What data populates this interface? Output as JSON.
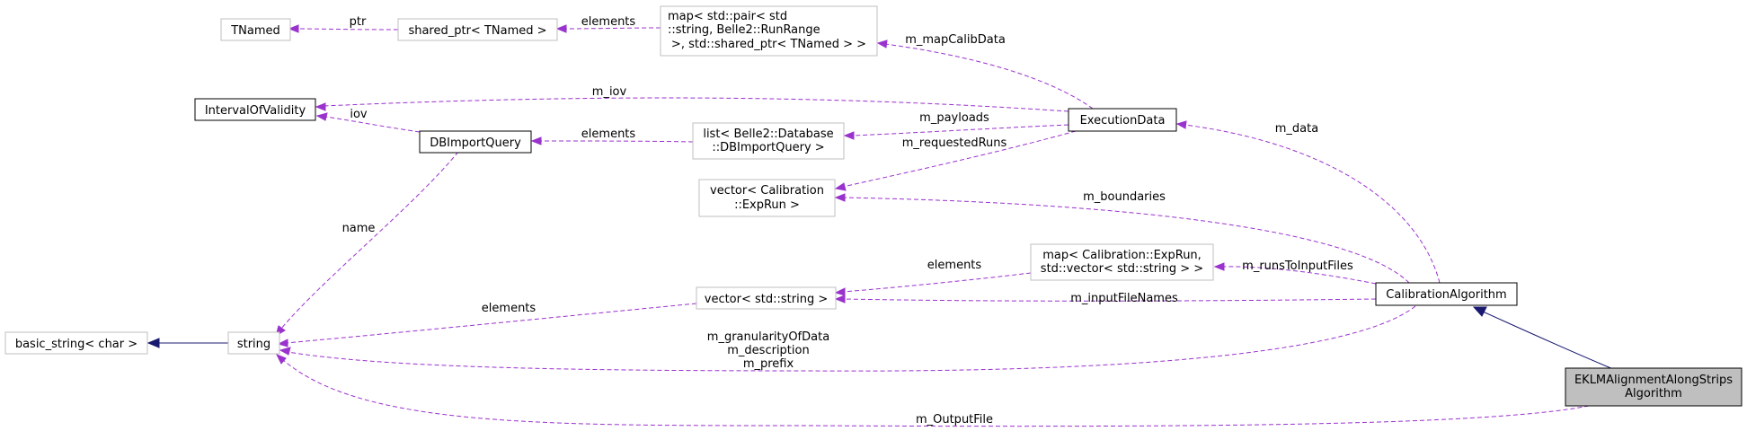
{
  "diagram": {
    "nodes": {
      "tnamed": [
        "TNamed"
      ],
      "shared_ptr": [
        "shared_ptr< TNamed >"
      ],
      "map_calib": [
        "map< std::pair< std",
        "::string, Belle2::RunRange",
        " >, std::shared_ptr< TNamed > >"
      ],
      "interval": [
        "IntervalOfValidity"
      ],
      "dbimport": [
        "DBImportQuery"
      ],
      "list_db": [
        "list< Belle2::Database",
        "::DBImportQuery >"
      ],
      "execdata": [
        "ExecutionData"
      ],
      "vector_exprun": [
        "vector< Calibration",
        "::ExpRun >"
      ],
      "map_runs": [
        "map< Calibration::ExpRun,",
        " std::vector< std::string > >"
      ],
      "vector_string": [
        "vector< std::string >"
      ],
      "calib_algo": [
        "CalibrationAlgorithm"
      ],
      "basic_string": [
        "basic_string< char >"
      ],
      "string": [
        "string"
      ],
      "eklm": [
        "EKLMAlignmentAlongStrips",
        "Algorithm"
      ]
    },
    "edge_labels": {
      "ptr": [
        "ptr"
      ],
      "elements_shared": [
        "elements"
      ],
      "mapcalib": [
        "m_mapCalibData"
      ],
      "m_iov": [
        "m_iov"
      ],
      "iov": [
        "iov"
      ],
      "elements_list": [
        "elements"
      ],
      "m_payloads": [
        "m_payloads"
      ],
      "m_requestedRuns": [
        "m_requestedRuns"
      ],
      "m_data": [
        "m_data"
      ],
      "m_boundaries": [
        "m_boundaries"
      ],
      "name": [
        "name"
      ],
      "elements_vec": [
        "elements"
      ],
      "m_runsToInputFiles": [
        "m_runsToInputFiles"
      ],
      "m_inputFileNames": [
        "m_inputFileNames"
      ],
      "elements_str": [
        "elements"
      ],
      "calib_to_string": [
        "m_granularityOfData",
        "m_description",
        "m_prefix"
      ],
      "m_OutputFile": [
        "m_OutputFile"
      ]
    }
  }
}
